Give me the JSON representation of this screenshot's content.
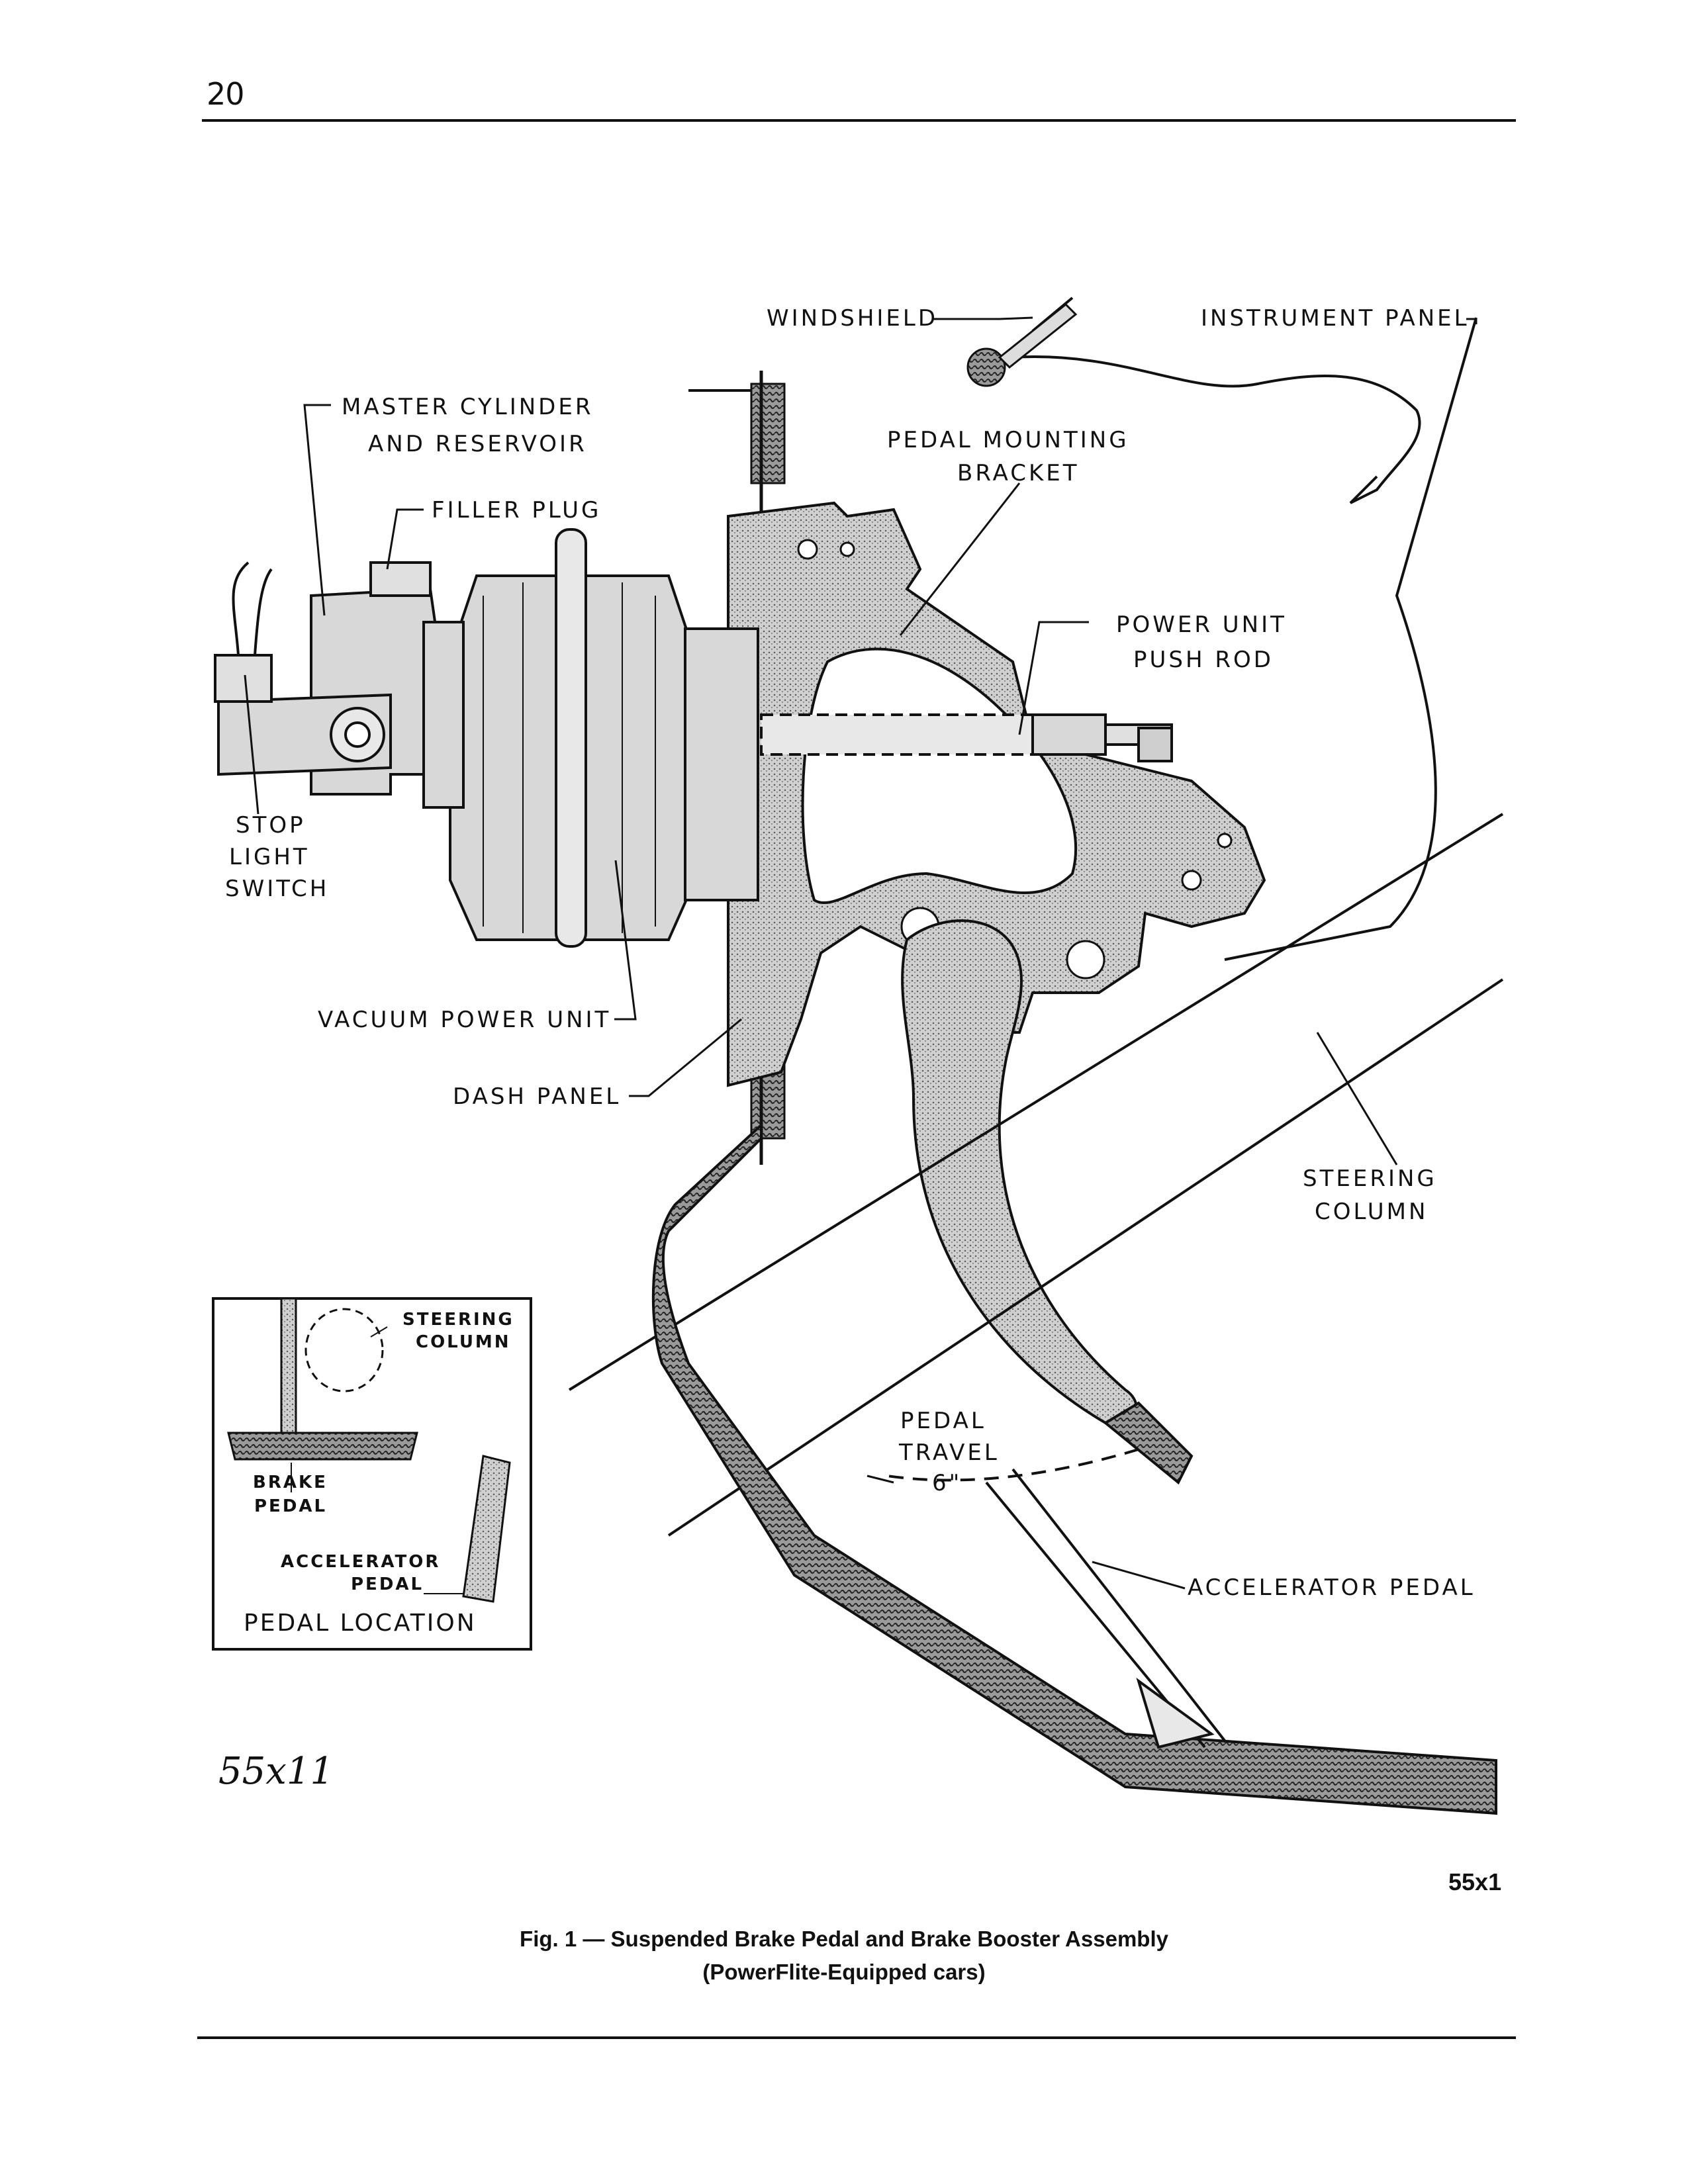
{
  "page": {
    "number": "20",
    "caption_line1": "Fig. 1 — Suspended Brake Pedal and Brake Booster Assembly",
    "caption_line2": "(PowerFlite-Equipped cars)"
  },
  "labels": {
    "windshield": "WINDSHIELD",
    "instrument_panel": "INSTRUMENT PANEL",
    "master_cylinder_1": "MASTER CYLINDER",
    "master_cylinder_2": "AND RESERVOIR",
    "pedal_bracket_1": "PEDAL MOUNTING",
    "pedal_bracket_2": "BRACKET",
    "filler_plug": "FILLER PLUG",
    "push_rod_1": "POWER UNIT",
    "push_rod_2": "PUSH ROD",
    "stop_light_1": "STOP",
    "stop_light_2": "LIGHT",
    "stop_light_3": "SWITCH",
    "vacuum_unit": "VACUUM POWER UNIT",
    "dash_panel": "DASH PANEL",
    "steering_column_1": "STEERING",
    "steering_column_2": "COLUMN",
    "pedal_travel_1": "PEDAL",
    "pedal_travel_2": "TRAVEL",
    "pedal_travel_3": "6\"",
    "accelerator_pedal": "ACCELERATOR PEDAL"
  },
  "inset": {
    "title": "PEDAL LOCATION",
    "steering_1": "STEERING",
    "steering_2": "COLUMN",
    "brake_1": "BRAKE",
    "brake_2": "PEDAL",
    "accel_1": "ACCELERATOR",
    "accel_2": "PEDAL"
  },
  "codes": {
    "handwritten": "55x11",
    "printed": "55x1"
  }
}
